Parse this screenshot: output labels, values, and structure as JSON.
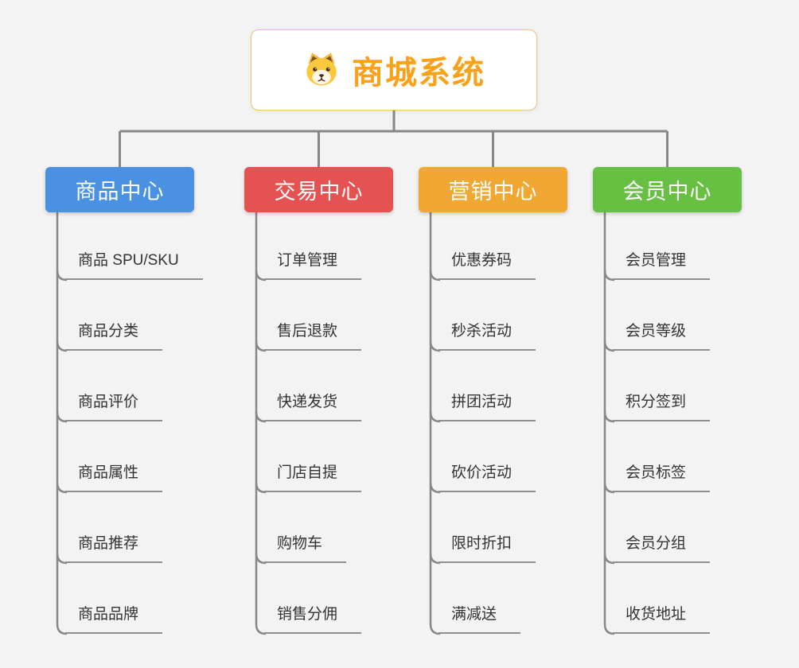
{
  "canvas": {
    "background": "#f3f3f3",
    "line_color": "#878787"
  },
  "root": {
    "label": "商城系统",
    "icon": "dog-face-icon",
    "text_color": "#faa11b"
  },
  "branches": [
    {
      "label": "商品中心",
      "color": "#4a91e2",
      "children": [
        "商品 SPU/SKU",
        "商品分类",
        "商品评价",
        "商品属性",
        "商品推荐",
        "商品品牌"
      ]
    },
    {
      "label": "交易中心",
      "color": "#e45352",
      "children": [
        "订单管理",
        "售后退款",
        "快递发货",
        "门店自提",
        "购物车",
        "销售分佣"
      ]
    },
    {
      "label": "营销中心",
      "color": "#f0a832",
      "children": [
        "优惠券码",
        "秒杀活动",
        "拼团活动",
        "砍价活动",
        "限时折扣",
        "满减送"
      ]
    },
    {
      "label": "会员中心",
      "color": "#68c043",
      "children": [
        "会员管理",
        "会员等级",
        "积分签到",
        "会员标签",
        "会员分组",
        "收货地址"
      ]
    }
  ]
}
